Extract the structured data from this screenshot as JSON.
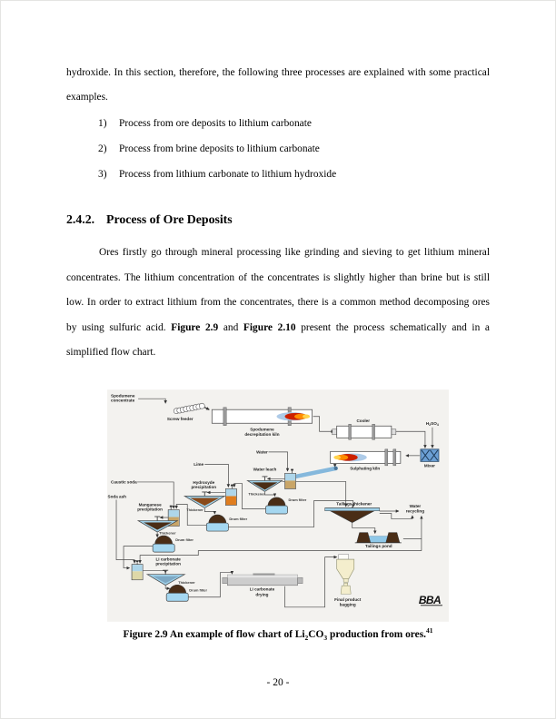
{
  "intro": {
    "text": "hydroxide. In this section, therefore, the following three processes are explained with some practical examples."
  },
  "list": {
    "items": [
      {
        "number": "1)",
        "text": "Process from ore deposits to lithium carbonate"
      },
      {
        "number": "2)",
        "text": "Process from brine deposits to lithium carbonate"
      },
      {
        "number": "3)",
        "text": "Process from lithium carbonate to lithium hydroxide"
      }
    ]
  },
  "section": {
    "number": "2.4.2.",
    "title": "Process of Ore Deposits"
  },
  "body": {
    "s1": "Ores firstly go through mineral processing like grinding and sieving to get lithium mineral concentrates. The lithium concentration of the concentrates is slightly higher than brine but is still low. In order to extract lithium from the concentrates, there is a common method decomposing ores by using sulfuric acid. ",
    "b1": "Figure 2.9",
    "s2": " and ",
    "b2": "Figure 2.10",
    "s3": " present the process schematically and in a simplified flow chart."
  },
  "figure": {
    "labels": {
      "spodumene_concentrate": [
        "Spodumene",
        "concentrate"
      ],
      "screw_feeder": "Screw feeder",
      "decrepitation_kiln": [
        "Spodumene",
        "decrepitation kiln"
      ],
      "cooler": "Cooler",
      "h2so4": {
        "s1": "H",
        "sub1": "2",
        "s2": "SO",
        "sub2": "4"
      },
      "mixer": "Mixer",
      "sulphating_kiln": "Sulphating kiln",
      "water": "Water",
      "water_leach": "Water leach",
      "lime": "Lime",
      "hydroxide_precipitation": [
        "Hydroxyde",
        "precipitation"
      ],
      "caustic_soda": "Caustic soda",
      "soda_ash": "Soda ash",
      "manganese_precipitation": [
        "Manganese",
        "precipitation"
      ],
      "li_carbonate_precipitation": [
        "Li carbonate",
        "precipitation"
      ],
      "thickener": "Thickener",
      "drum_filter": "Drum filter",
      "tailings_thickener": "Tailings thickener",
      "tailings_pond": "Tailings pond",
      "water_recycling": [
        "Water",
        "recycling"
      ],
      "li_carbonate_drying": [
        "Li carbonate",
        "drying"
      ],
      "final_product_bagging": [
        "Final product",
        "bagging"
      ]
    },
    "logo": "BBA",
    "colors": {
      "background": "#f3f2ef",
      "flame_blue": "#aecbe8",
      "flame_red": "#cc2100",
      "flame_orange": "#ff8c00",
      "flame_yellow": "#ffd34d",
      "pipe_blue": "#85b8dc",
      "mixer_blue": "#6b9fd4",
      "water_blue": "#aed6ea",
      "slurry_tan": "#c9a567",
      "slurry_orange": "#e07d1e",
      "slurry_pale": "#ded8a8",
      "thickener_blue": "#9fd0e8",
      "solids_brown": "#4a2d16",
      "filter_tank_blue": "#a5d7f0",
      "recycle_text_blue": "#3b6fae",
      "dryer_gray": "#cdcdcd",
      "hopper_cream": "#f4eecd"
    }
  },
  "caption": {
    "s1": "Figure 2.9 An example of flow chart of Li",
    "sub1": "2",
    "s2": "CO",
    "sub2": "3",
    "s3": " production from ores.",
    "sup1": "41"
  },
  "footer": {
    "page_number": "- 20 -"
  }
}
